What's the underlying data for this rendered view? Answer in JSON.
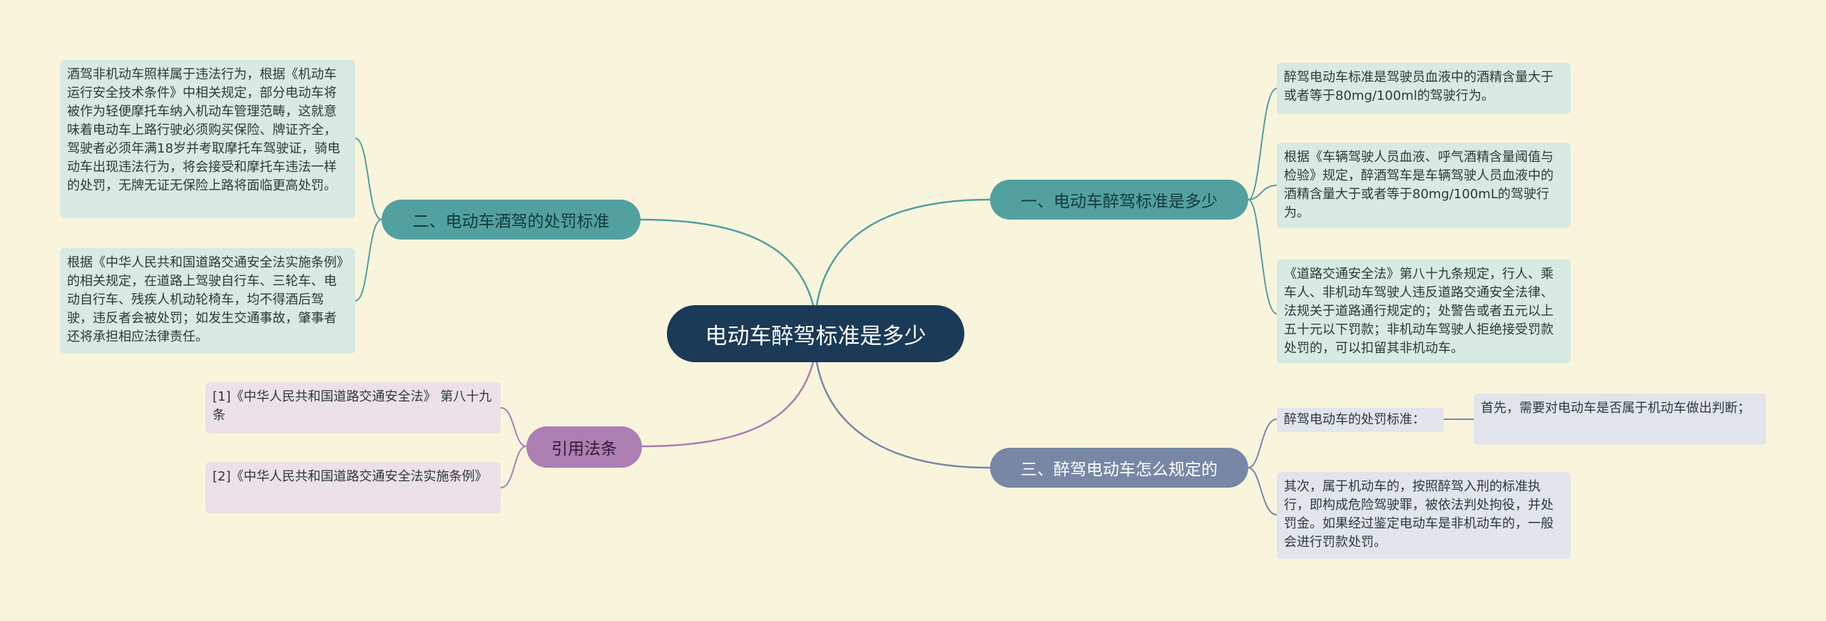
{
  "root": "电动车醉驾标准是多少",
  "branches": {
    "b1": {
      "label": "一、电动车醉驾标准是多少",
      "leaves": [
        "醉驾电动车标准是驾驶员血液中的酒精含量大于或者等于80mg/100ml的驾驶行为。",
        "根据《车辆驾驶人员血液、呼气酒精含量阈值与检验》规定，醉酒驾车是车辆驾驶人员血液中的酒精含量大于或者等于80mg/100mL的驾驶行为。",
        "《道路交通安全法》第八十九条规定，行人、乘车人、非机动车驾驶人违反道路交通安全法律、法规关于道路通行规定的；处警告或者五元以上五十元以下罚款；非机动车驾驶人拒绝接受罚款处罚的，可以扣留其非机动车。"
      ]
    },
    "b2": {
      "label": "二、电动车酒驾的处罚标准",
      "leaves": [
        "酒驾非机动车照样属于违法行为，根据《机动车运行安全技术条件》中相关规定，部分电动车将被作为轻便摩托车纳入机动车管理范畴，这就意味着电动车上路行驶必须购买保险、牌证齐全，驾驶者必须年满18岁并考取摩托车驾驶证，骑电动车出现违法行为，将会接受和摩托车违法一样的处罚，无牌无证无保险上路将面临更高处罚。",
        "根据《中华人民共和国道路交通安全法实施条例》的相关规定，在道路上驾驶自行车、三轮车、电动自行车、残疾人机动轮椅车，均不得酒后驾驶，违反者会被处罚；如发生交通事故，肇事者还将承担相应法律责任。"
      ]
    },
    "b3": {
      "label": "三、醉驾电动车怎么规定的",
      "sub_label": "醉驾电动车的处罚标准：",
      "sub_leaf": "首先，需要对电动车是否属于机动车做出判断；",
      "leaves": [
        "其次，属于机动车的，按照醉驾入刑的标准执行，即构成危险驾驶罪，被依法判处拘役，并处罚金。如果经过鉴定电动车是非机动车的，一般会进行罚款处罚。"
      ]
    },
    "b4": {
      "label": "引用法条",
      "leaves": [
        "[1]《中华人民共和国道路交通安全法》 第八十九条",
        "[2]《中华人民共和国道路交通安全法实施条例》"
      ]
    }
  },
  "colors": {
    "background": "#f9f5dd",
    "root": "#1a3a57",
    "teal": "#53a0a0",
    "slate": "#7887a6",
    "purple": "#ac7eb2"
  }
}
